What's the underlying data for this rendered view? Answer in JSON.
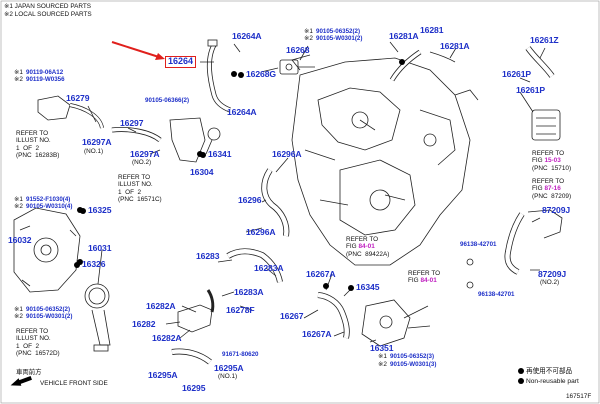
{
  "legend_top": {
    "line1": "※1  JAPAN SOURCED PARTS",
    "line2": "※2  LOCAL SOURCED PARTS"
  },
  "parts": {
    "p16264": "16264",
    "p16264A_top": "16264A",
    "p16264A_bottom": "16264A",
    "p16268": "16268",
    "p16268G": "16268G",
    "p16281A_left": "16281A",
    "p16281": "16281",
    "p16281A_right": "16281A",
    "p16261Z": "16261Z",
    "p16261P_upper": "16261P",
    "p16261P_lower": "16261P",
    "p16279": "16279",
    "p16297A_top": "16297A",
    "p16297A_note_top": "(NO.1)",
    "p16297": "16297",
    "p16297A_mid": "16297A",
    "p16297A_note_mid": "(NO.2)",
    "p16341": "16341",
    "p16304": "16304",
    "p16296A": "16296A",
    "p16296": "16296",
    "p16296A_lower": "16296A",
    "p16325": "16325",
    "p16032": "16032",
    "p16031": "16031",
    "p16326": "16326",
    "p16283": "16283",
    "p16283A_upper": "16283A",
    "p16283A_lower": "16283A",
    "p16282A_upper": "16282A",
    "p16278F": "16278F",
    "p16282": "16282",
    "p16282A_lower": "16282A",
    "p16295A_left": "16295A",
    "p16295": "16295",
    "p16295A_right": "16295A",
    "p16295A_note": "(NO.1)",
    "p16267A_upper": "16267A",
    "p16345": "16345",
    "p16267": "16267",
    "p16267A_lower": "16267A",
    "p16351": "16351",
    "p87209J_upper": "87209J",
    "p87209J_lower": "87209J",
    "p87209J_note": "(NO.2)"
  },
  "small_numbers": {
    "s_90119_06A12": "90119-06A12",
    "s_90119_W0356": "90119-W0356",
    "s_m1a": "※1",
    "s_m2a": "※2",
    "s_90105_06352_a": "90105-06352(2)",
    "s_90105_W0301_a": "90105-W0301(2)",
    "s_m1b": "※1",
    "s_m2b": "※2",
    "s_90105_06366": "90105-06366(2)",
    "s_91552_F1030": "91552-F1030(4)",
    "s_90105_W0310": "90105-W0310(4)",
    "s_m1c": "※1",
    "s_m2c": "※2",
    "s_90105_06352_b": "90105-06352(2)",
    "s_90105_W0301_b": "90105-W0301(2)",
    "s_m1d": "※1",
    "s_m2d": "※2",
    "s_96138_42701_a": "96138-42701",
    "s_96138_42701_b": "96138-42701",
    "s_91671_80620": "91671-80620",
    "s_90105_06352_c": "90105-06352(3)",
    "s_90105_W0301_c": "90105-W0301(3)",
    "s_m1e": "※1",
    "s_m2e": "※2"
  },
  "refs": {
    "r_16283B": "REFER TO\nILLUST NO.\n1  OF  2\n(PNC  16283B)",
    "r_16571C": "REFER TO\nILLUST NO.\n1  OF  2\n(PNC  16571C)",
    "r_16572D": "REFER TO\nILLUST NO.\n1  OF  2\n(PNC  16572D)",
    "r_15710_head": "REFER TO\nFIG ",
    "r_15710_fig": "15-03",
    "r_15710_pnc": "(PNC  15710)",
    "r_87209_head": "REFER TO\nFIG ",
    "r_87209_fig": "87-16",
    "r_87209_pnc": "(PNC  87209)",
    "r_89422A_head": "REFER TO\nFIG ",
    "r_89422A_fig": "84-01",
    "r_89422A_pnc": "(PNC  89422A)",
    "r_8401_head": "REFER TO\nFIG ",
    "r_8401_fig": "84-01"
  },
  "legend_bottom": {
    "reuse_jp": "再使用不可部品",
    "nonreuse": "Non-reusable part",
    "front_jp": "車両前方",
    "front_en": "VEHICLE FRONT SIDE",
    "figure_id": "167517F"
  },
  "colors": {
    "part_blue": "#1d2fc8",
    "highlight_red": "#e0201c",
    "fig_magenta": "#c020c0"
  }
}
